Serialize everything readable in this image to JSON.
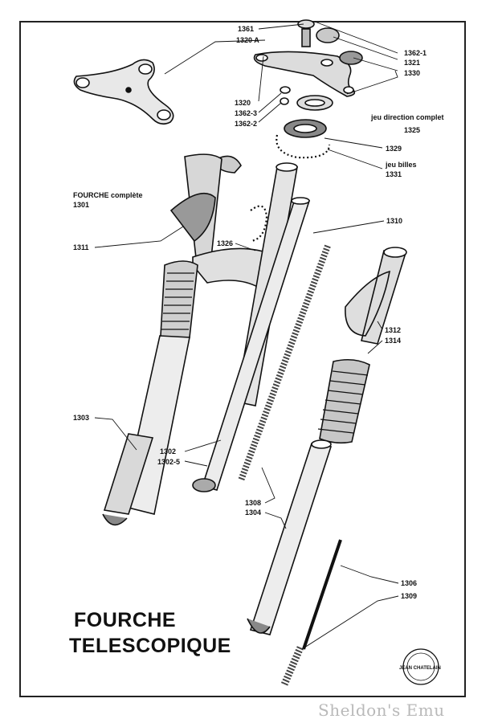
{
  "title": {
    "line1": "FOURCHE",
    "line2": "TELESCOPIQUE"
  },
  "subtitle": {
    "line1": "FOURCHE  complète",
    "line2": "1301"
  },
  "direction_set": {
    "line1": "jeu direction complet",
    "line2": "1325"
  },
  "balls_set": {
    "line1": "jeu billes",
    "line2": "1331"
  },
  "labels": {
    "p1361": "1361",
    "p1320a": "1320 A",
    "p1362_1": "1362-1",
    "p1321": "1321",
    "p1330": "1330",
    "p1320": "1320",
    "p1362_3": "1362-3",
    "p1362_2": "1362-2",
    "p1329": "1329",
    "p1310": "1310",
    "p1311": "1311",
    "p1326": "1326",
    "p1312": "1312",
    "p1314": "1314",
    "p1303": "1303",
    "p1302": "1302",
    "p1302_5": "1302-5",
    "p1308": "1308",
    "p1304": "1304",
    "p1306": "1306",
    "p1309": "1309"
  },
  "stamp": {
    "text": "JEAN CHATELAIN"
  },
  "watermark": "Sheldon's Emu"
}
